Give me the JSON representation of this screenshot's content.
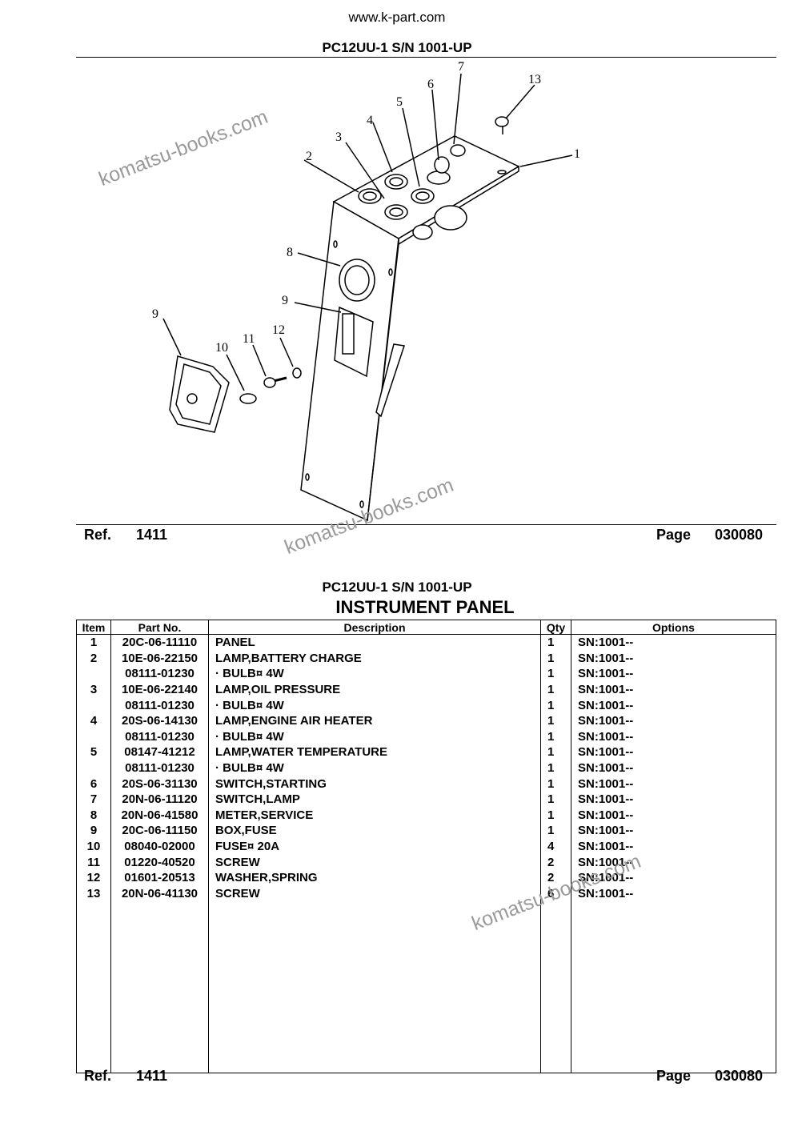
{
  "header": {
    "website": "www.k-part.com",
    "model": "PC12UU-1 S/N 1001-UP"
  },
  "illustration": {
    "callouts": [
      "1",
      "2",
      "3",
      "4",
      "5",
      "6",
      "7",
      "8",
      "9",
      "9",
      "10",
      "11",
      "12",
      "13"
    ]
  },
  "footer": {
    "ref_label": "Ref.",
    "ref_value": "1411",
    "page_label": "Page",
    "page_value": "030080"
  },
  "section": {
    "model": "PC12UU-1 S/N 1001-UP",
    "title": "INSTRUMENT PANEL"
  },
  "table": {
    "headers": [
      "Item",
      "Part No.",
      "Description",
      "Qty",
      "Options"
    ],
    "rows": [
      {
        "item": "1",
        "part": "20C-06-11110",
        "desc": "PANEL",
        "qty": "1",
        "opt": "SN:1001--"
      },
      {
        "item": "2",
        "part": "10E-06-22150",
        "desc": "LAMP,BATTERY CHARGE",
        "qty": "1",
        "opt": "SN:1001--"
      },
      {
        "item": "",
        "part": "08111-01230",
        "desc": "·  BULB¤ 4W",
        "qty": "1",
        "opt": "SN:1001--"
      },
      {
        "item": "3",
        "part": "10E-06-22140",
        "desc": "LAMP,OIL PRESSURE",
        "qty": "1",
        "opt": "SN:1001--"
      },
      {
        "item": "",
        "part": "08111-01230",
        "desc": "·  BULB¤ 4W",
        "qty": "1",
        "opt": "SN:1001--"
      },
      {
        "item": "4",
        "part": "20S-06-14130",
        "desc": "LAMP,ENGINE AIR HEATER",
        "qty": "1",
        "opt": "SN:1001--"
      },
      {
        "item": "",
        "part": "08111-01230",
        "desc": "·  BULB¤ 4W",
        "qty": "1",
        "opt": "SN:1001--"
      },
      {
        "item": "5",
        "part": "08147-41212",
        "desc": "LAMP,WATER TEMPERATURE",
        "qty": "1",
        "opt": "SN:1001--"
      },
      {
        "item": "",
        "part": "08111-01230",
        "desc": "·  BULB¤ 4W",
        "qty": "1",
        "opt": "SN:1001--"
      },
      {
        "item": "6",
        "part": "20S-06-31130",
        "desc": "SWITCH,STARTING",
        "qty": "1",
        "opt": "SN:1001--"
      },
      {
        "item": "7",
        "part": "20N-06-11120",
        "desc": "SWITCH,LAMP",
        "qty": "1",
        "opt": "SN:1001--"
      },
      {
        "item": "8",
        "part": "20N-06-41580",
        "desc": "METER,SERVICE",
        "qty": "1",
        "opt": "SN:1001--"
      },
      {
        "item": "9",
        "part": "20C-06-11150",
        "desc": "BOX,FUSE",
        "qty": "1",
        "opt": "SN:1001--"
      },
      {
        "item": "10",
        "part": "08040-02000",
        "desc": "FUSE¤ 20A",
        "qty": "4",
        "opt": "SN:1001--"
      },
      {
        "item": "11",
        "part": "01220-40520",
        "desc": "SCREW",
        "qty": "2",
        "opt": "SN:1001--"
      },
      {
        "item": "12",
        "part": "01601-20513",
        "desc": "WASHER,SPRING",
        "qty": "2",
        "opt": "SN:1001--"
      },
      {
        "item": "13",
        "part": "20N-06-41130",
        "desc": "SCREW",
        "qty": "6",
        "opt": "SN:1001--"
      }
    ]
  },
  "watermarks": [
    "komatsu-books.com",
    "komatsu-books.com",
    "komatsu-books.com"
  ]
}
